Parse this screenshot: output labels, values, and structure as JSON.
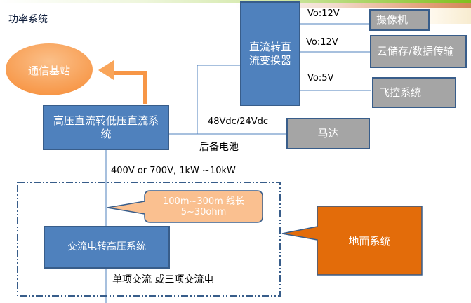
{
  "title": "功率系统",
  "nodes": {
    "base_station": "通信基站",
    "hv_dc_to_lv_dc": "高压直流转低压直流系统",
    "dc_dc_converter": "直流转直流变换器",
    "camera": "摄像机",
    "cloud_storage": "云储存/数据传输",
    "flight_control": "飞控系统",
    "motor": "马达",
    "ac_to_hv": "交流电转高压系统",
    "ground_system": "地面系统"
  },
  "labels": {
    "vo_camera": "Vo:12V",
    "vo_cloud": "Vo:12V",
    "vo_flight": "Vo:5V",
    "bus_voltage": "48Vdc/24Vdc",
    "backup_battery": "后备电池",
    "hv_spec": "400V or 700V, 1kW ~10kW",
    "cable_spec_line1": "100m~300m 线长",
    "cable_spec_line2": "5~30ohm",
    "ac_input": "单项交流 或三项交流电"
  },
  "colors": {
    "blue_fill": "#4f81bd",
    "blue_border": "#385d8a",
    "gray_fill": "#a5a5a5",
    "orange_fill": "#e36c0a",
    "peach_fill": "#fac090",
    "ellipse_fill": "#f9a55a",
    "arrow_orange": "#f79646"
  }
}
